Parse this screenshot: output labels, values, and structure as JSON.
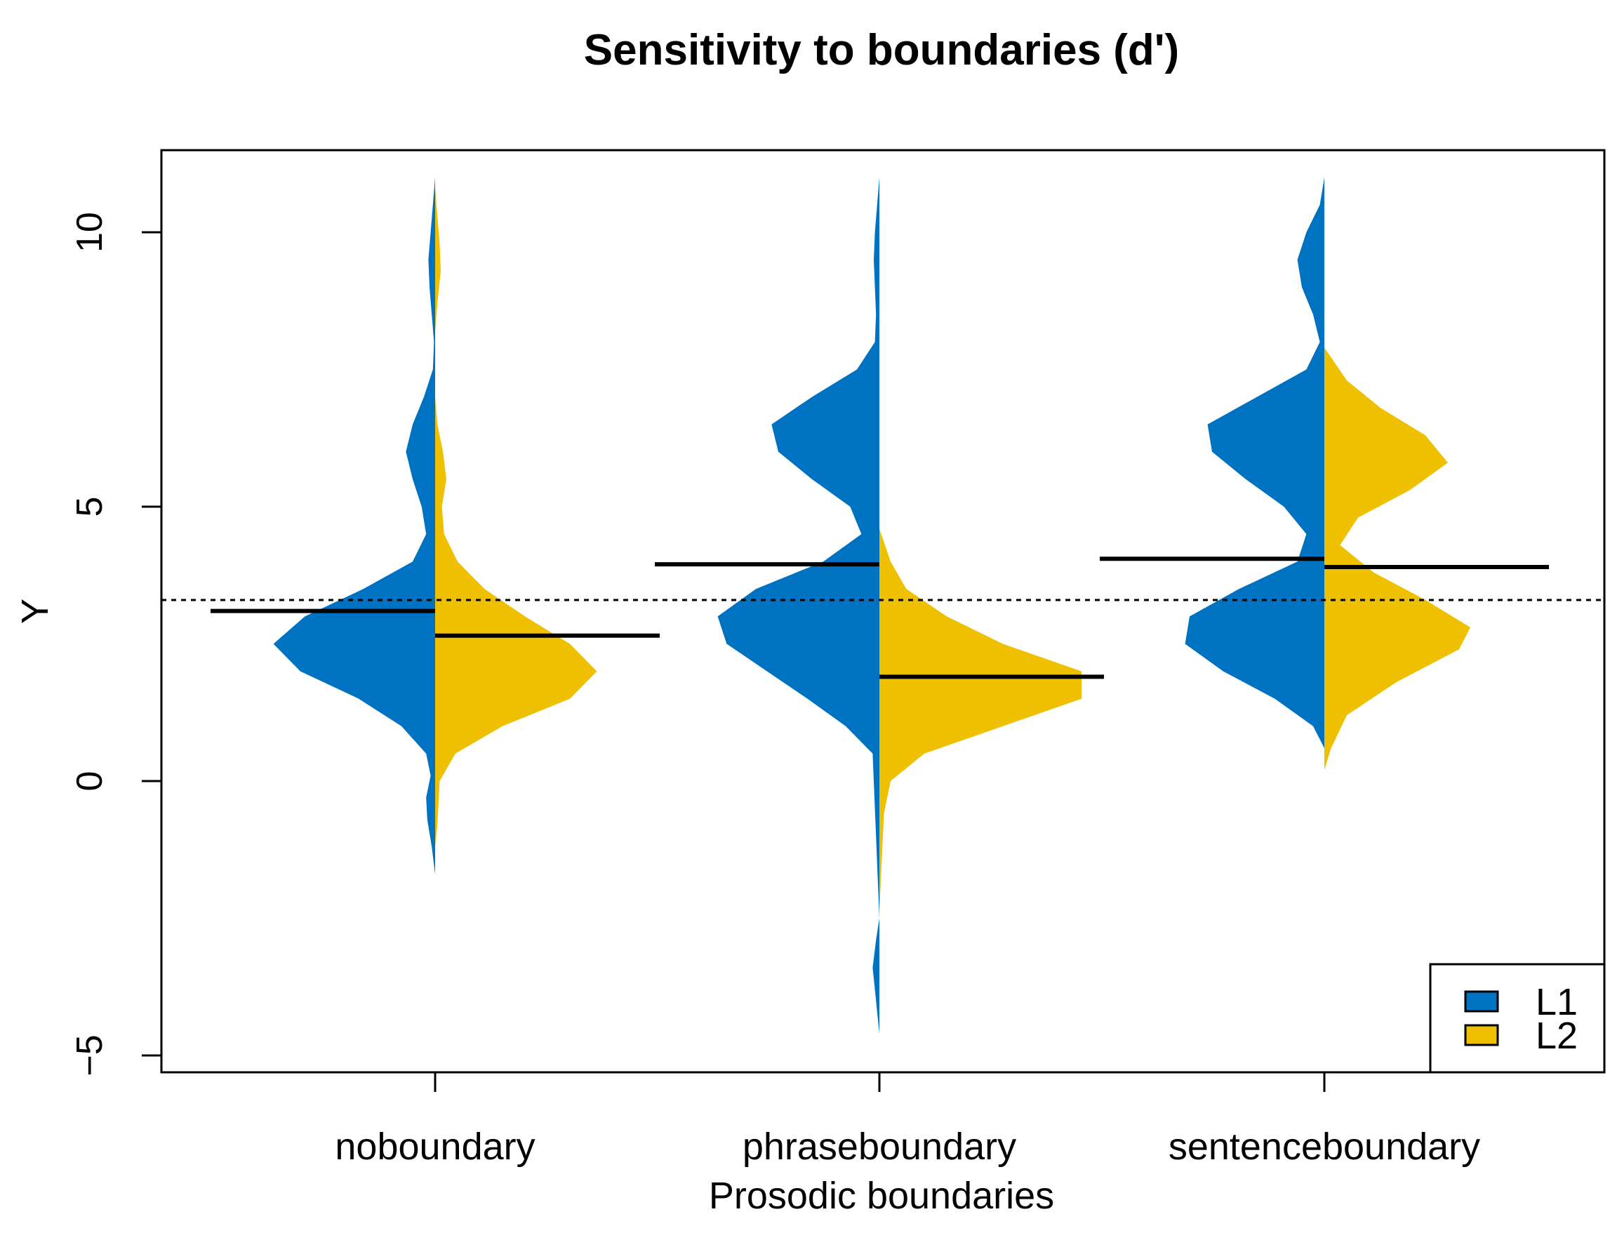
{
  "chart_data": {
    "type": "split-violin",
    "title": "Sensitivity to boundaries (d')",
    "xlabel": "Prosodic boundaries",
    "ylabel": "Y",
    "ylim": [
      -5.5,
      11.5
    ],
    "yticks": [
      -5,
      0,
      5,
      10
    ],
    "categories": [
      "noboundary",
      "phraseboundary",
      "sentenceboundary"
    ],
    "reference_line": 3.3,
    "legend": {
      "position": "bottom-right",
      "entries": [
        "L1",
        "L2"
      ]
    },
    "series": [
      {
        "name": "L1",
        "color": "#0072C2",
        "side": "left",
        "means": [
          3.1,
          3.95,
          4.05
        ],
        "densities": [
          [
            [
              -1.7,
              0
            ],
            [
              -1.2,
              0.015
            ],
            [
              -0.7,
              0.035
            ],
            [
              -0.3,
              0.04
            ],
            [
              0.1,
              0.02
            ],
            [
              0.5,
              0.04
            ],
            [
              1.0,
              0.15
            ],
            [
              1.5,
              0.34
            ],
            [
              2.0,
              0.6
            ],
            [
              2.5,
              0.72
            ],
            [
              3.0,
              0.58
            ],
            [
              3.5,
              0.32
            ],
            [
              4.0,
              0.1
            ],
            [
              4.5,
              0.04
            ],
            [
              5.0,
              0.06
            ],
            [
              5.5,
              0.1
            ],
            [
              6.0,
              0.13
            ],
            [
              6.5,
              0.1
            ],
            [
              7.0,
              0.05
            ],
            [
              7.5,
              0.01
            ],
            [
              8.0,
              0.005
            ],
            [
              8.5,
              0.015
            ],
            [
              9.0,
              0.025
            ],
            [
              9.5,
              0.03
            ],
            [
              10.0,
              0.02
            ],
            [
              10.5,
              0.01
            ],
            [
              11.0,
              0
            ]
          ],
          [
            [
              -4.6,
              0
            ],
            [
              -4.0,
              0.015
            ],
            [
              -3.4,
              0.03
            ],
            [
              -2.9,
              0.015
            ],
            [
              -2.5,
              0
            ],
            [
              0.5,
              0.03
            ],
            [
              1.0,
              0.15
            ],
            [
              1.5,
              0.32
            ],
            [
              2.0,
              0.5
            ],
            [
              2.5,
              0.68
            ],
            [
              3.0,
              0.72
            ],
            [
              3.5,
              0.55
            ],
            [
              4.0,
              0.25
            ],
            [
              4.5,
              0.08
            ],
            [
              5.0,
              0.13
            ],
            [
              5.5,
              0.3
            ],
            [
              6.0,
              0.45
            ],
            [
              6.5,
              0.48
            ],
            [
              7.0,
              0.3
            ],
            [
              7.5,
              0.1
            ],
            [
              8.0,
              0.02
            ],
            [
              8.5,
              0.015
            ],
            [
              9.0,
              0.02
            ],
            [
              9.5,
              0.025
            ],
            [
              10.0,
              0.02
            ],
            [
              10.5,
              0.01
            ],
            [
              11.0,
              0
            ]
          ],
          [
            [
              0.6,
              0
            ],
            [
              1.0,
              0.05
            ],
            [
              1.5,
              0.22
            ],
            [
              2.0,
              0.45
            ],
            [
              2.5,
              0.62
            ],
            [
              3.0,
              0.6
            ],
            [
              3.5,
              0.38
            ],
            [
              4.0,
              0.12
            ],
            [
              4.5,
              0.08
            ],
            [
              5.0,
              0.18
            ],
            [
              5.5,
              0.35
            ],
            [
              6.0,
              0.5
            ],
            [
              6.5,
              0.52
            ],
            [
              7.0,
              0.3
            ],
            [
              7.5,
              0.08
            ],
            [
              8.0,
              0.02
            ],
            [
              8.5,
              0.05
            ],
            [
              9.0,
              0.1
            ],
            [
              9.5,
              0.12
            ],
            [
              10.0,
              0.08
            ],
            [
              10.5,
              0.02
            ],
            [
              11.0,
              0
            ]
          ]
        ]
      },
      {
        "name": "L2",
        "color": "#EEC000",
        "side": "right",
        "means": [
          2.65,
          1.9,
          3.9
        ],
        "densities": [
          [
            [
              -1.2,
              0
            ],
            [
              -0.8,
              0.01
            ],
            [
              -0.4,
              0.015
            ],
            [
              0.0,
              0.02
            ],
            [
              0.5,
              0.09
            ],
            [
              1.0,
              0.3
            ],
            [
              1.5,
              0.6
            ],
            [
              2.0,
              0.72
            ],
            [
              2.5,
              0.6
            ],
            [
              3.0,
              0.4
            ],
            [
              3.5,
              0.22
            ],
            [
              4.0,
              0.1
            ],
            [
              4.5,
              0.04
            ],
            [
              5.0,
              0.03
            ],
            [
              5.5,
              0.05
            ],
            [
              6.0,
              0.035
            ],
            [
              6.5,
              0.01
            ],
            [
              7.0,
              0
            ],
            [
              8.2,
              0
            ],
            [
              8.7,
              0.01
            ],
            [
              9.3,
              0.025
            ],
            [
              9.8,
              0.02
            ],
            [
              10.3,
              0.01
            ],
            [
              10.8,
              0
            ]
          ],
          [
            [
              -2.4,
              0
            ],
            [
              -1.5,
              0.01
            ],
            [
              -0.6,
              0.02
            ],
            [
              0.0,
              0.05
            ],
            [
              0.5,
              0.2
            ],
            [
              1.0,
              0.55
            ],
            [
              1.5,
              0.9
            ],
            [
              2.0,
              0.9
            ],
            [
              2.5,
              0.55
            ],
            [
              3.0,
              0.3
            ],
            [
              3.5,
              0.12
            ],
            [
              4.0,
              0.05
            ],
            [
              4.6,
              0
            ]
          ],
          [
            [
              0.2,
              0
            ],
            [
              0.6,
              0.03
            ],
            [
              1.2,
              0.1
            ],
            [
              1.8,
              0.32
            ],
            [
              2.4,
              0.6
            ],
            [
              2.8,
              0.65
            ],
            [
              3.3,
              0.45
            ],
            [
              3.8,
              0.22
            ],
            [
              4.3,
              0.07
            ],
            [
              4.8,
              0.15
            ],
            [
              5.3,
              0.38
            ],
            [
              5.8,
              0.55
            ],
            [
              6.3,
              0.45
            ],
            [
              6.8,
              0.25
            ],
            [
              7.3,
              0.1
            ],
            [
              7.9,
              0
            ]
          ]
        ]
      }
    ]
  }
}
